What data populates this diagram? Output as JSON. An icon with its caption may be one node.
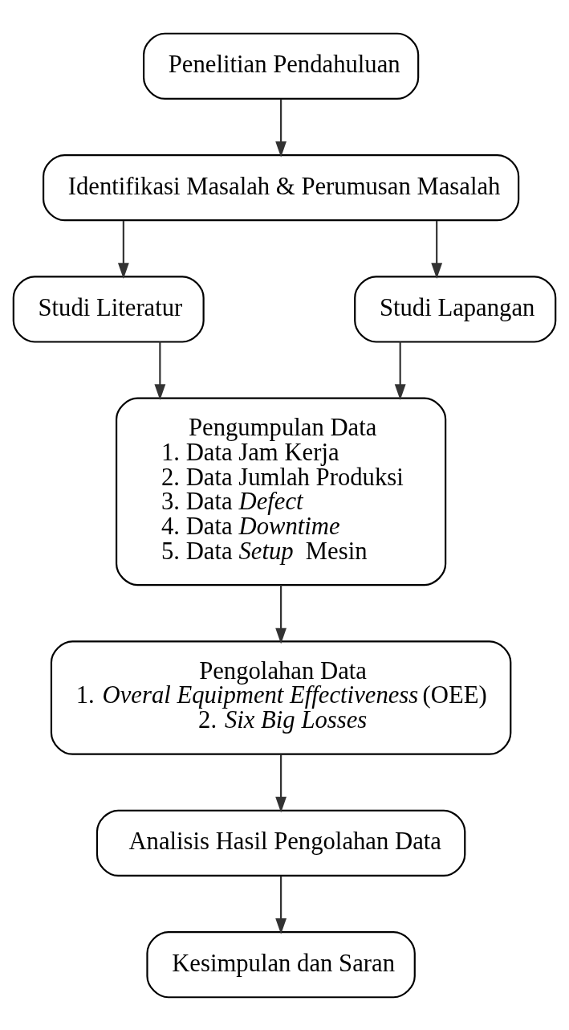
{
  "diagram": {
    "nodes": [
      {
        "text": [
          "Penelitian Pendahuluan"
        ]
      },
      {
        "text": [
          "Identifikasi Masalah & Perumusan Masalah"
        ]
      },
      {
        "text": [
          "Studi Literatur"
        ]
      },
      {
        "text": [
          "Studi Lapangan"
        ]
      },
      {
        "text": [
          "Pengumpulan Data",
          "1. Data Jam Kerja",
          "2. Data Jumlah Produksi",
          "3. Data *Defect*",
          "4. Data *Downtime*",
          "5. Data *Setup* Mesin"
        ]
      },
      {
        "text": [
          "Pengolahan Data",
          "1. *Overal Equipment Effectiveness* (OEE)",
          "2. *Six Big Losses*"
        ]
      },
      {
        "text": [
          "Analisis Hasil Pengolahan Data"
        ]
      },
      {
        "text": [
          "Kesimpulan dan Saran"
        ]
      }
    ],
    "edges": [
      {
        "from": 0,
        "to": 1,
        "arrow": "to"
      },
      {
        "from": 1,
        "to": 2,
        "arrow": "to"
      },
      {
        "from": 1,
        "to": 3,
        "arrow": "to"
      },
      {
        "from": 2,
        "to": 4,
        "arrow": "to"
      },
      {
        "from": 3,
        "to": 4,
        "arrow": "to"
      },
      {
        "from": 4,
        "to": 5,
        "arrow": "to"
      },
      {
        "from": 5,
        "to": 6,
        "arrow": "to"
      },
      {
        "from": 6,
        "to": 7,
        "arrow": "to"
      }
    ]
  }
}
